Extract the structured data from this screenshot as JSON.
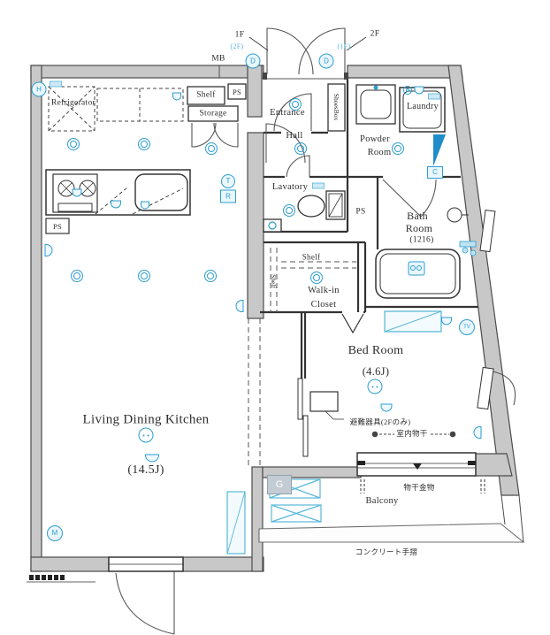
{
  "plan": {
    "rooms": {
      "ldk_name": "Living Dining Kitchen",
      "ldk_size": "(14.5J)",
      "bed_name": "Bed Room",
      "bed_size": "(4.6J)",
      "bath_line1": "Bath",
      "bath_line2": "Room",
      "bath_size": "(1216)",
      "entrance": "Entrance",
      "hall": "Hall",
      "powder_line1": "Powder",
      "powder_line2": "Room",
      "laundry": "Laundry",
      "lavatory": "Lavatory",
      "walkin_line1": "Walk-in",
      "walkin_line2": "Closet",
      "balcony": "Balcony",
      "refrigerator": "Refrigerator",
      "shoes_box": "ShoesBox",
      "shelf": "Shelf",
      "storage": "Storage",
      "mb": "MB",
      "ps": "PS"
    },
    "annotations": {
      "floor_1f": "1F",
      "floor_2f": "2F",
      "ref_2f": "(2F)",
      "ref_1f": "(1F)",
      "evacuation": "避難器具(2Fのみ)",
      "indoor_drying": "室内物干",
      "drying_hardware": "物干金物",
      "concrete_rail": "コンクリート手摺"
    },
    "icons": {
      "d": "D",
      "h": "H",
      "t": "T",
      "r": "R",
      "c": "C",
      "g": "G",
      "m": "M",
      "tv": "TV"
    },
    "colors": {
      "wall_fill": "#c8c8c8",
      "line": "#3c3c3c",
      "accent_blue": "#2d9dd0",
      "light_blue": "#8fcfe8"
    }
  }
}
